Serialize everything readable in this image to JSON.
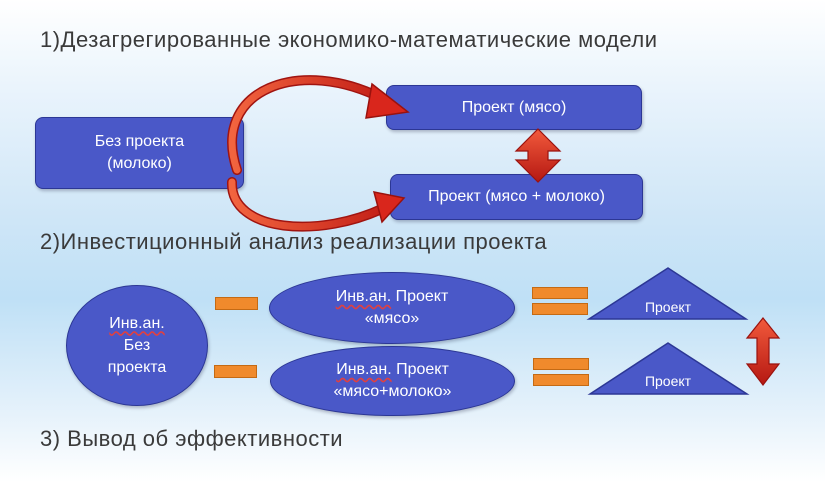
{
  "headings": {
    "h1": "1)Дезагрегированные экономико-математические модели",
    "h2": "2)Инвестиционный анализ реализации проекта",
    "h3": "3) Вывод об эффективности"
  },
  "section1": {
    "base_box": [
      "Без проекта",
      "(молоко)"
    ],
    "project_meat": "Проект (мясо)",
    "project_meat_milk": "Проект (мясо + молоко)"
  },
  "section2": {
    "base_ellipse": [
      "Инв.ан.",
      "Без",
      "проекта"
    ],
    "ellipse_meat": {
      "abbr": "Инв.ан.",
      "word": " Проект",
      "line2": "«мясо»"
    },
    "ellipse_meat_milk": {
      "abbr": "Инв.ан.",
      "word": " Проект",
      "line2": "«мясо+молоко»"
    },
    "triangle_top": "Проект",
    "triangle_bottom": "Проект"
  },
  "colors": {
    "shape_fill": "#4a58c8",
    "shape_border": "#2c3795",
    "arrow_red": "#d9261c",
    "equals_orange": "#f08a2c"
  },
  "icons": {
    "curved_arrows": "red-curved-arrow-icon",
    "compare": "double-headed-arrow-icon",
    "equals": "equals-sign-icon"
  }
}
